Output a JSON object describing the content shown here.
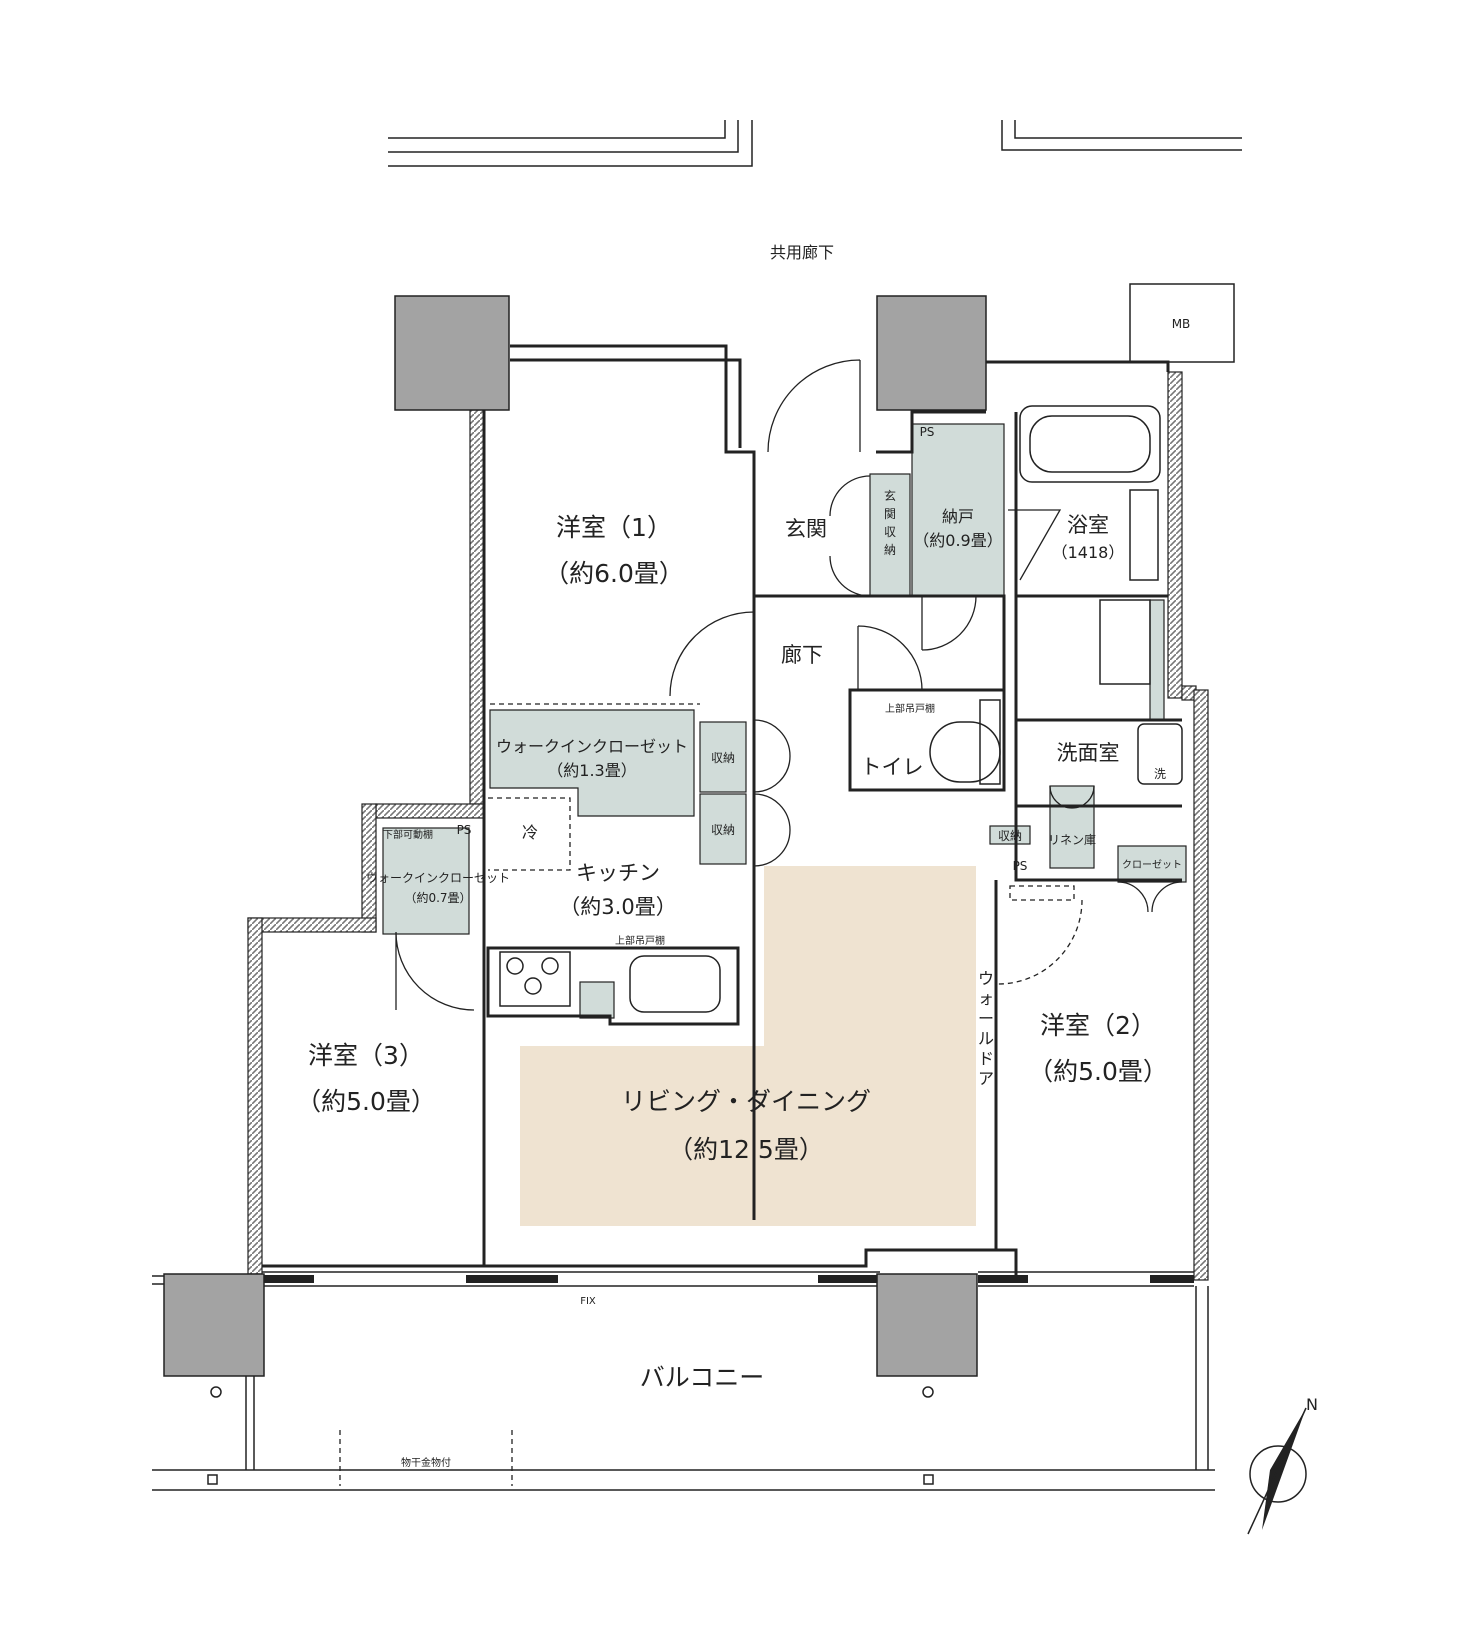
{
  "colors": {
    "living_fill": "#efe3d1",
    "storage_fill": "#d1dcd9",
    "column_fill": "#a3a3a3",
    "wall_hatch": "#8c8c8c",
    "line": "#222222"
  },
  "labels": {
    "corridor_common": "共用廊下",
    "mb": "MB",
    "ps": "PS",
    "room1_name": "洋室（1）",
    "room1_size": "（約6.0畳）",
    "entrance": "玄関",
    "entrance_storage": "玄関収納",
    "closet_storage": "納戸",
    "closet_storage_size": "（約0.9畳）",
    "bath": "浴室",
    "bath_size": "（1418）",
    "hallway": "廊下",
    "toilet": "トイレ",
    "upper_cabinet": "上部吊戸棚",
    "washroom": "洗面室",
    "washer": "洗",
    "linen": "リネン庫",
    "closet": "クローゼット",
    "storage": "収納",
    "wic1_name": "ウォークインクローゼット",
    "wic1_size": "（約1.3畳）",
    "fridge": "冷",
    "kitchen_name": "キッチン",
    "kitchen_size": "（約3.0畳）",
    "lower_shelf": "下部可動棚",
    "wic2_name": "ウォークインクローゼット",
    "wic2_size": "（約0.7畳）",
    "room3_name": "洋室（3）",
    "room3_size": "（約5.0畳）",
    "living_name": "リビング・ダイニング",
    "living_size": "（約12.5畳）",
    "room2_name": "洋室（2）",
    "room2_size": "（約5.0畳）",
    "wall_door": "ウォールドア",
    "fix": "FIX",
    "balcony": "バルコニー",
    "laundry_hook": "物干金物付",
    "north": "N"
  }
}
